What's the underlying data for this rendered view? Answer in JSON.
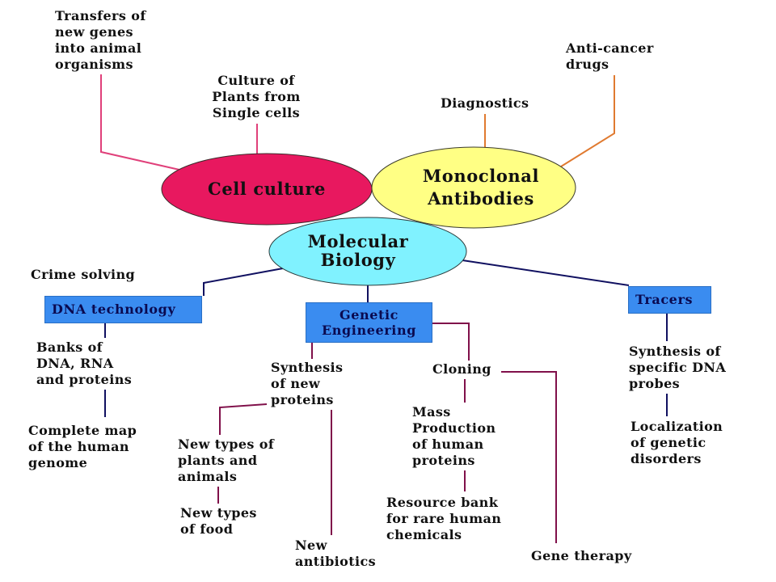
{
  "hubs": {
    "cell_culture": "Cell culture",
    "monoclonal_antibodies": [
      "Monoclonal",
      "Antibodies"
    ],
    "molecular_biology": [
      "Molecular",
      "Biology"
    ]
  },
  "categories": {
    "dna_technology": "DNA technology",
    "genetic_engineering": [
      "Genetic",
      "Engineering"
    ],
    "tracers": "Tracers"
  },
  "applications": {
    "transfers_of_new_genes": [
      "Transfers of",
      "new genes",
      "into animal",
      "organisms"
    ],
    "culture_of_plants": [
      "Culture of",
      "Plants from",
      "Single cells"
    ],
    "diagnostics": "Diagnostics",
    "anti_cancer_drugs": [
      "Anti-cancer",
      "drugs"
    ],
    "crime_solving": "Crime solving",
    "banks_of_dna": [
      "Banks of",
      "DNA, RNA",
      "and proteins"
    ],
    "complete_map": [
      "Complete map",
      "of the human",
      "genome"
    ],
    "synthesis_of_new_proteins": [
      "Synthesis",
      "of new",
      "proteins"
    ],
    "cloning": "Cloning",
    "new_types_plants": [
      "New types of",
      "plants and",
      "animals"
    ],
    "new_types_food": [
      "New types",
      "of food"
    ],
    "new_antibiotics": [
      "New",
      "antibiotics"
    ],
    "mass_production": [
      "Mass",
      "Production",
      "of human",
      "proteins"
    ],
    "resource_bank": [
      "Resource bank",
      "for rare human",
      "chemicals"
    ],
    "gene_therapy": "Gene therapy",
    "synthesis_dna_probes": [
      "Synthesis of",
      "specific DNA",
      "probes"
    ],
    "localization": [
      "Localization",
      "of genetic",
      "disorders"
    ]
  },
  "colors": {
    "cell_culture": "#e8185f",
    "monoclonal_antibodies": "#ffff84",
    "molecular_biology": "#80f2ff",
    "category_box": "#3a8cf0",
    "cell_culture_links": "#e0407a",
    "monoclonal_links": "#e07a30",
    "molecular_links": "#101060",
    "genetic_engineering_links": "#80104a"
  }
}
